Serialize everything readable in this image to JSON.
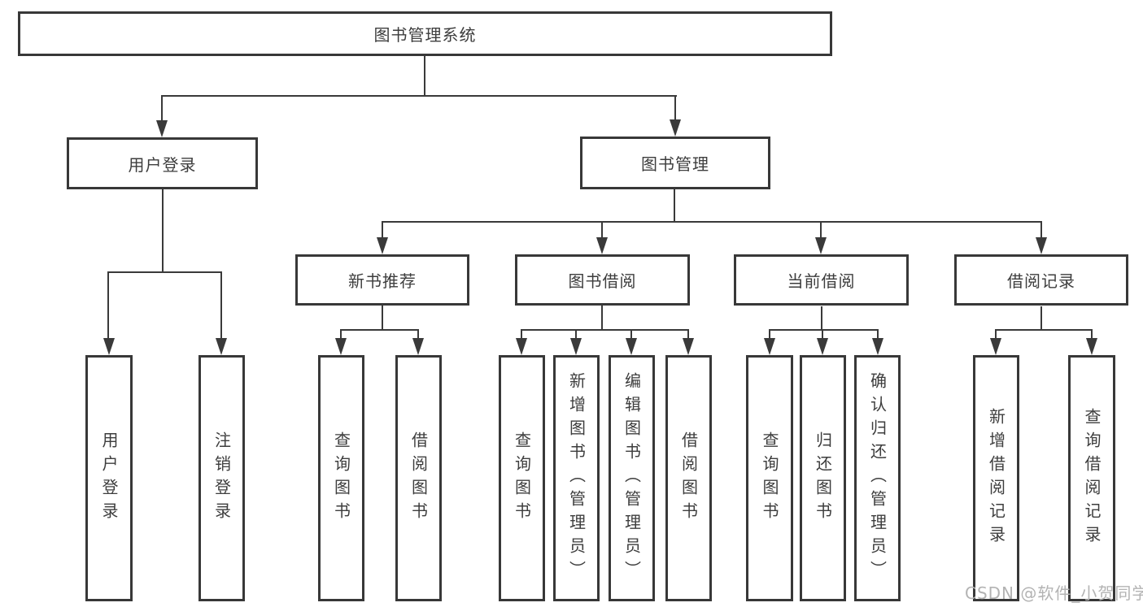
{
  "tree": {
    "label": "图书管理系统",
    "children": [
      {
        "label": "用户登录",
        "children": [
          {
            "label": "用户登录"
          },
          {
            "label": "注销登录"
          }
        ]
      },
      {
        "label": "图书管理",
        "children": [
          {
            "label": "新书推荐",
            "children": [
              {
                "label": "查询图书"
              },
              {
                "label": "借阅图书"
              }
            ]
          },
          {
            "label": "图书借阅",
            "children": [
              {
                "label": "查询图书"
              },
              {
                "label": "新增图书（管理员）"
              },
              {
                "label": "编辑图书（管理员）"
              },
              {
                "label": "借阅图书"
              }
            ]
          },
          {
            "label": "当前借阅",
            "children": [
              {
                "label": "查询图书"
              },
              {
                "label": "归还图书"
              },
              {
                "label": "确认归还（管理员）"
              }
            ]
          },
          {
            "label": "借阅记录",
            "children": [
              {
                "label": "新增借阅记录"
              },
              {
                "label": "查询借阅记录"
              }
            ]
          }
        ]
      }
    ]
  },
  "watermark": "CSDN @软件_小贺同学",
  "colors": {
    "line": "#3a3a3a",
    "box_border": "#383838",
    "text": "#3d3d3d",
    "watermark": "#b3b3b3",
    "background": "#ffffff"
  }
}
